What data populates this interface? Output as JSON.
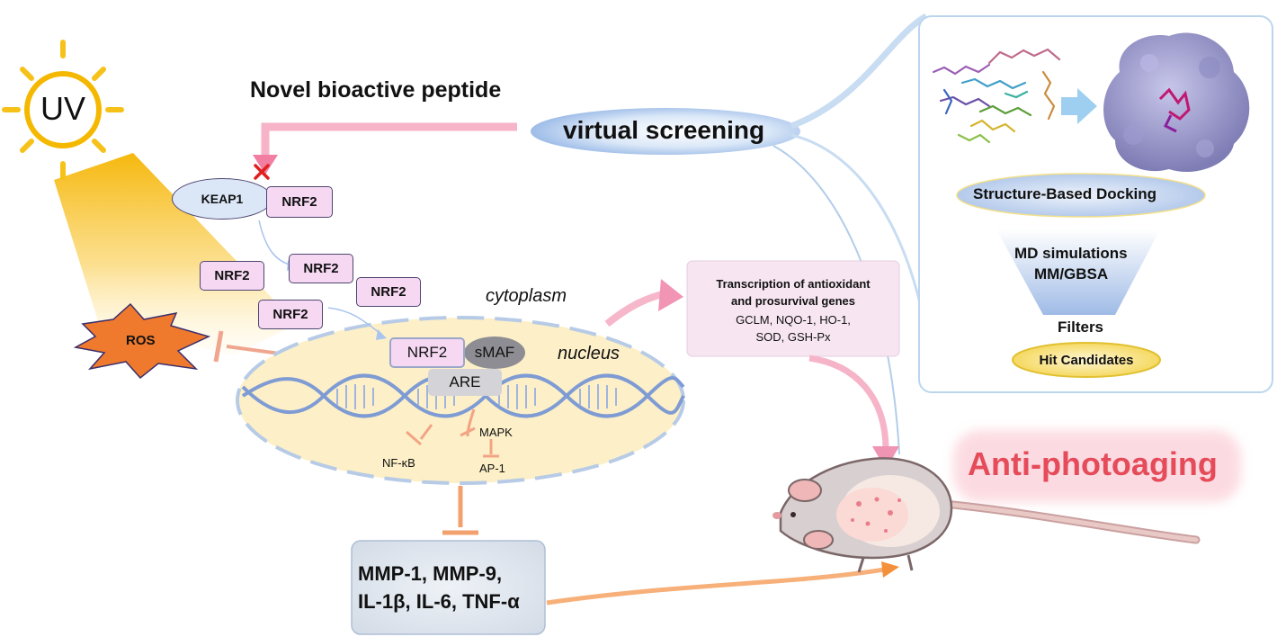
{
  "sun": {
    "label": "UV"
  },
  "peptide": {
    "title": "Novel bioactive peptide"
  },
  "screening": {
    "label": "virtual screening",
    "docking": "Structure-Based Docking",
    "md_line1": "MD simulations",
    "md_line2": "MM/GBSA",
    "filters": "Filters",
    "hits": "Hit Candidates"
  },
  "pathway": {
    "keap1": "KEAP1",
    "nrf2": "NRF2",
    "ros": "ROS",
    "cytoplasm": "cytoplasm",
    "nucleus": "nucleus",
    "smaf": "sMAF",
    "are": "ARE",
    "mapk": "MAPK",
    "nfkb": "NF-κB",
    "ap1": "AP-1"
  },
  "genes": {
    "line1": "Transcription of antioxidant",
    "line2": "and prosurvival genes",
    "line3": "GCLM, NQO-1, HO-1,",
    "line4": "SOD, GSH-Px"
  },
  "mmp": {
    "line1": "MMP-1, MMP-9,",
    "line2": "IL-1β, IL-6, TNF-α"
  },
  "outcome": {
    "label": "Anti-photoaging"
  },
  "colors": {
    "accent_pink": "#f29cb8",
    "arrow_orange": "#f5a76c",
    "nrf2_fill": "#f6d8f3",
    "nucleus_fill": "#fdf0c8",
    "screening_blue": "#bcd5f2",
    "anti_photoaging_red": "#e64b5a"
  }
}
